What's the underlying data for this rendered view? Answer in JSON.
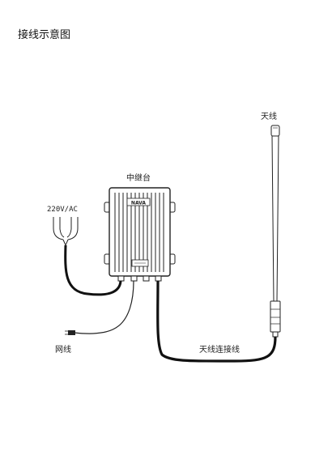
{
  "title": "接线示意图",
  "labels": {
    "antenna": "天线",
    "repeater": "中继台",
    "power": "220V/AC",
    "network_cable": "网线",
    "antenna_cable": "天线连接线"
  },
  "device": {
    "brand_plate": "NAVA"
  },
  "colors": {
    "line": "#1a1a1a",
    "background": "#ffffff"
  }
}
